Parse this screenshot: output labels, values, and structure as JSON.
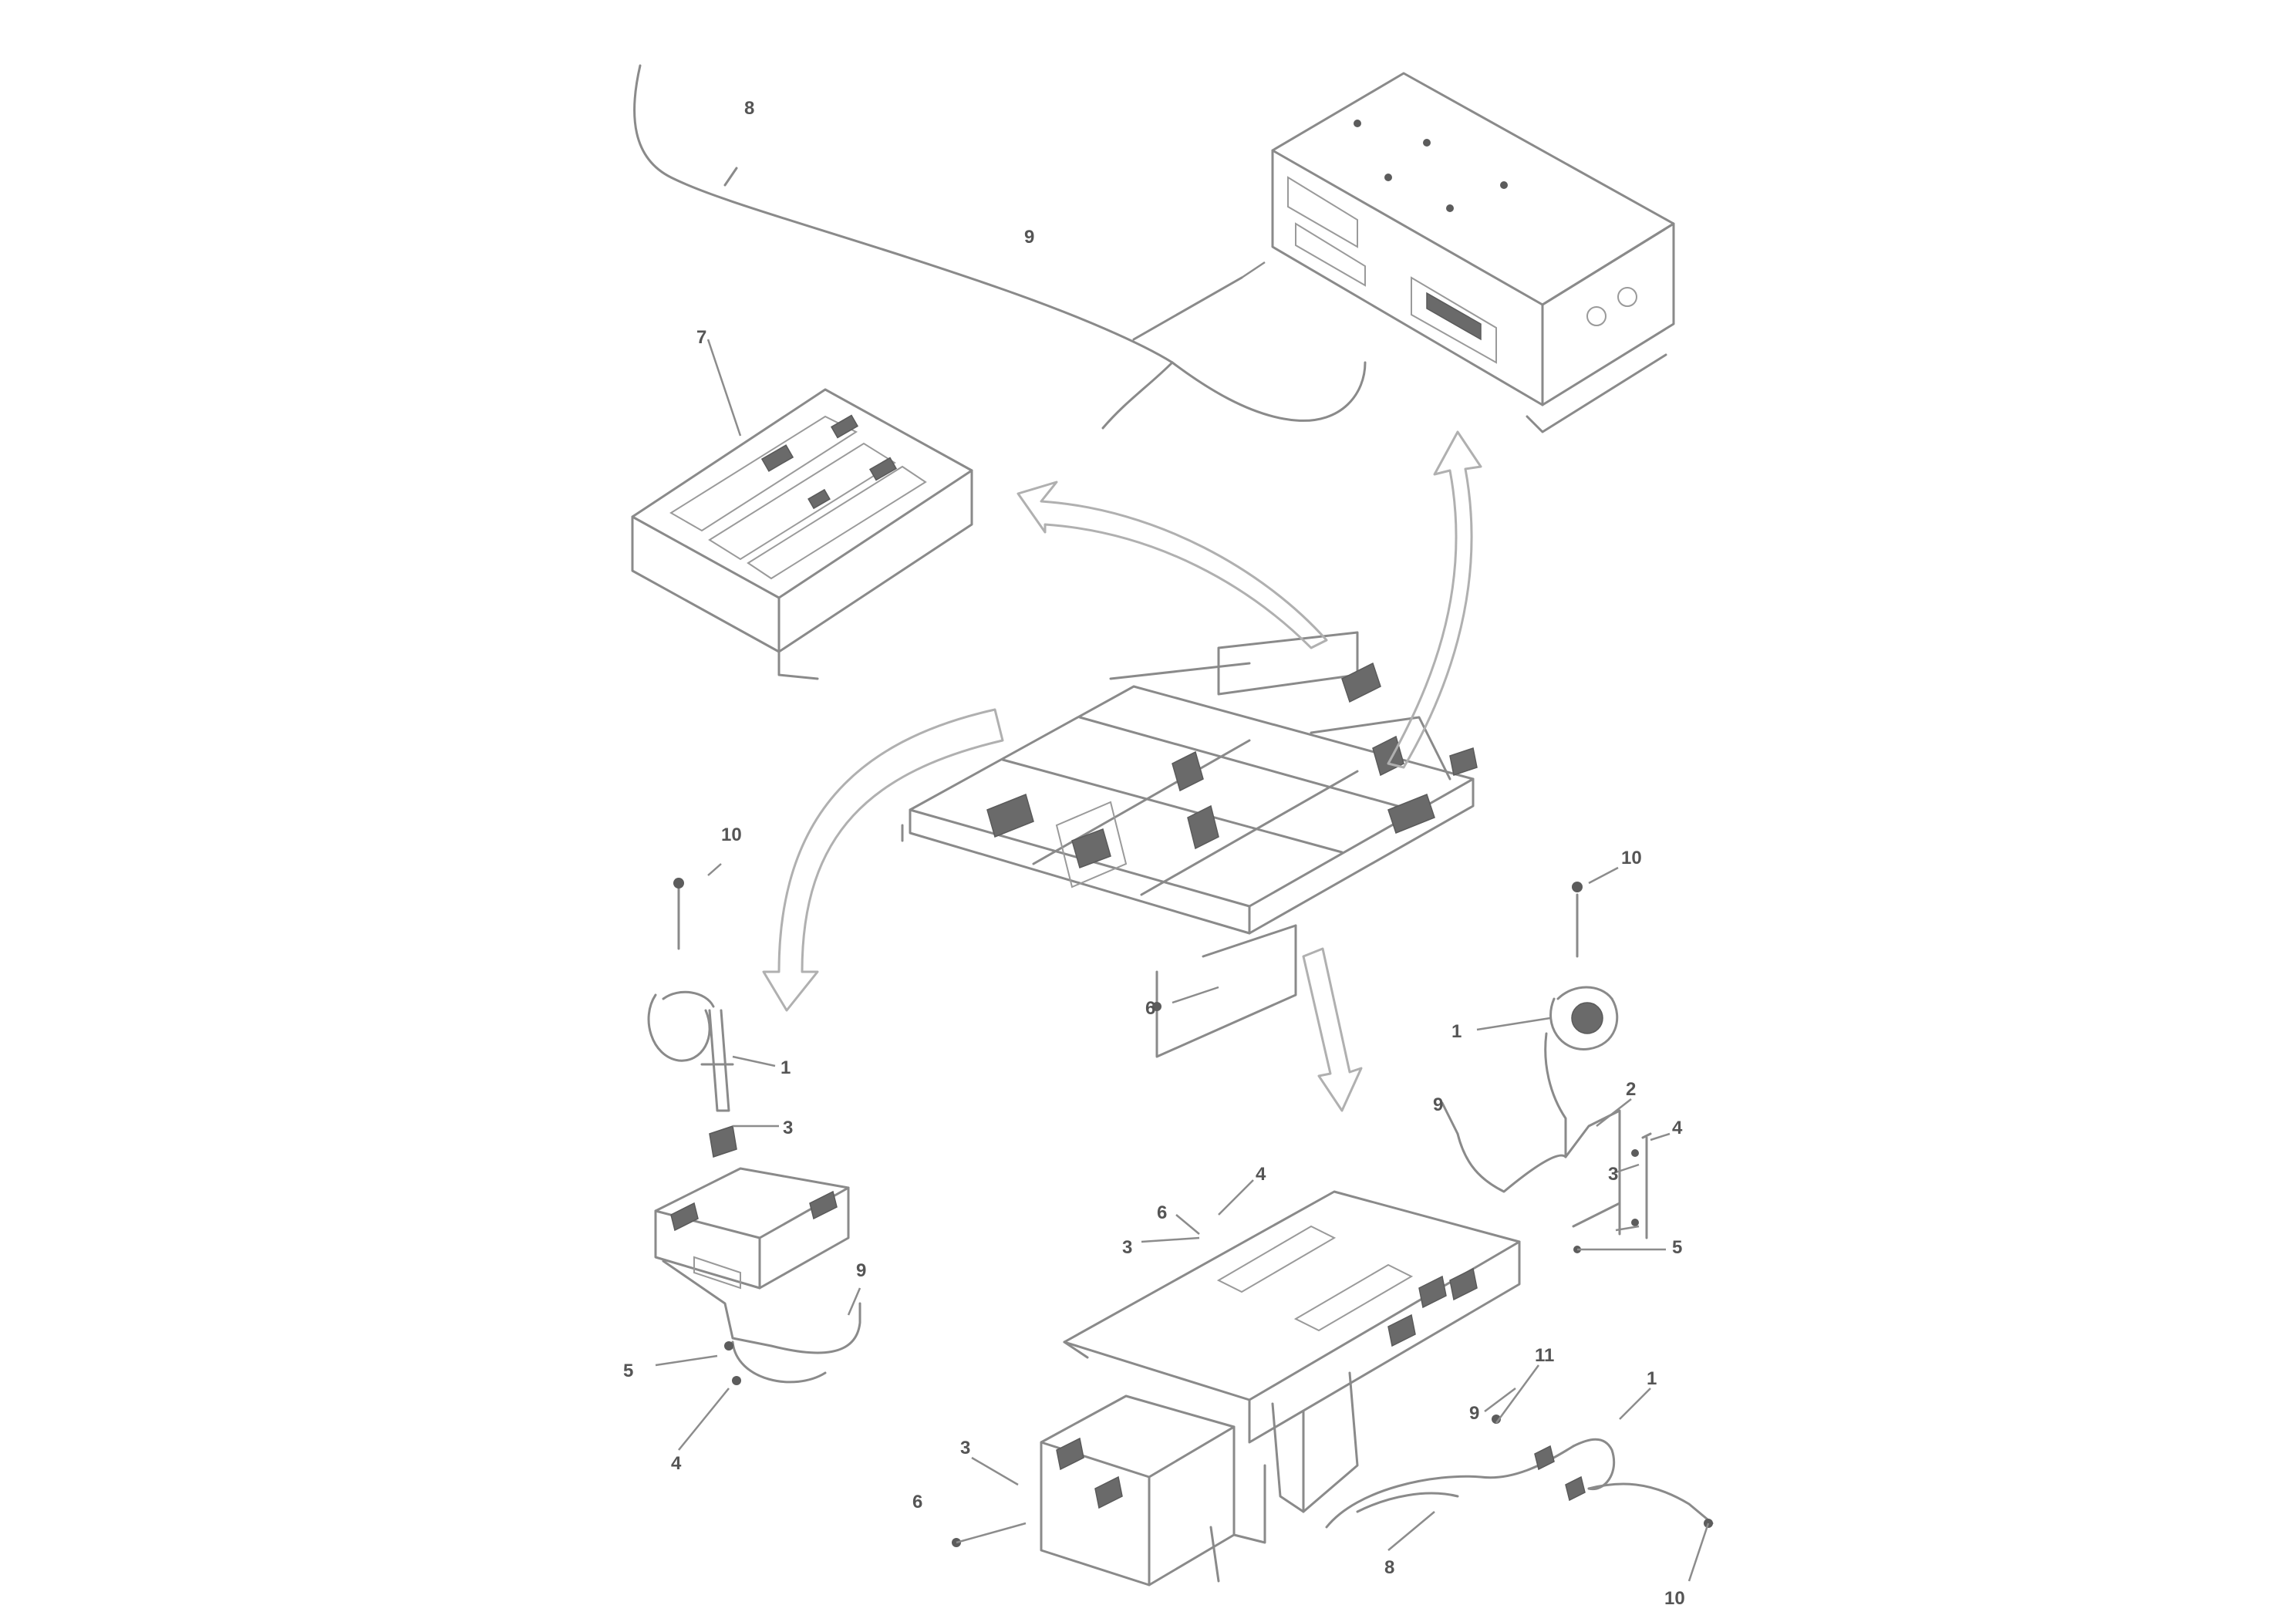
{
  "diagram": {
    "callouts": [
      {
        "id": "c-top-harness",
        "text": "8"
      },
      {
        "id": "c-top-cable",
        "text": "9"
      },
      {
        "id": "c-control-panel",
        "text": "7"
      },
      {
        "id": "c-left-screw",
        "text": "10"
      },
      {
        "id": "c-left-ring",
        "text": "1"
      },
      {
        "id": "c-left-bracket",
        "text": "3"
      },
      {
        "id": "c-left-cable",
        "text": "9"
      },
      {
        "id": "c-left-clip",
        "text": "5"
      },
      {
        "id": "c-left-nut",
        "text": "4"
      },
      {
        "id": "c-frame-bolt",
        "text": "6"
      },
      {
        "id": "c-right-screw",
        "text": "10"
      },
      {
        "id": "c-right-ring",
        "text": "1"
      },
      {
        "id": "c-right-cable",
        "text": "9"
      },
      {
        "id": "c-right-bracket",
        "text": "2"
      },
      {
        "id": "c-right-bolt-a",
        "text": "4"
      },
      {
        "id": "c-right-bolt-b",
        "text": "3"
      },
      {
        "id": "c-right-bolt-c",
        "text": "5"
      },
      {
        "id": "c-base-top",
        "text": "4"
      },
      {
        "id": "c-base-left",
        "text": "6"
      },
      {
        "id": "c-base-left-2",
        "text": "3"
      },
      {
        "id": "c-base-right",
        "text": "11"
      },
      {
        "id": "c-base-right-2",
        "text": "9"
      },
      {
        "id": "c-base-right-3",
        "text": "1"
      },
      {
        "id": "c-base-bottom-left",
        "text": "3"
      },
      {
        "id": "c-base-bottom-left-2",
        "text": "6"
      },
      {
        "id": "c-base-bottom",
        "text": "8"
      },
      {
        "id": "c-base-bottom-right",
        "text": "10"
      }
    ]
  }
}
